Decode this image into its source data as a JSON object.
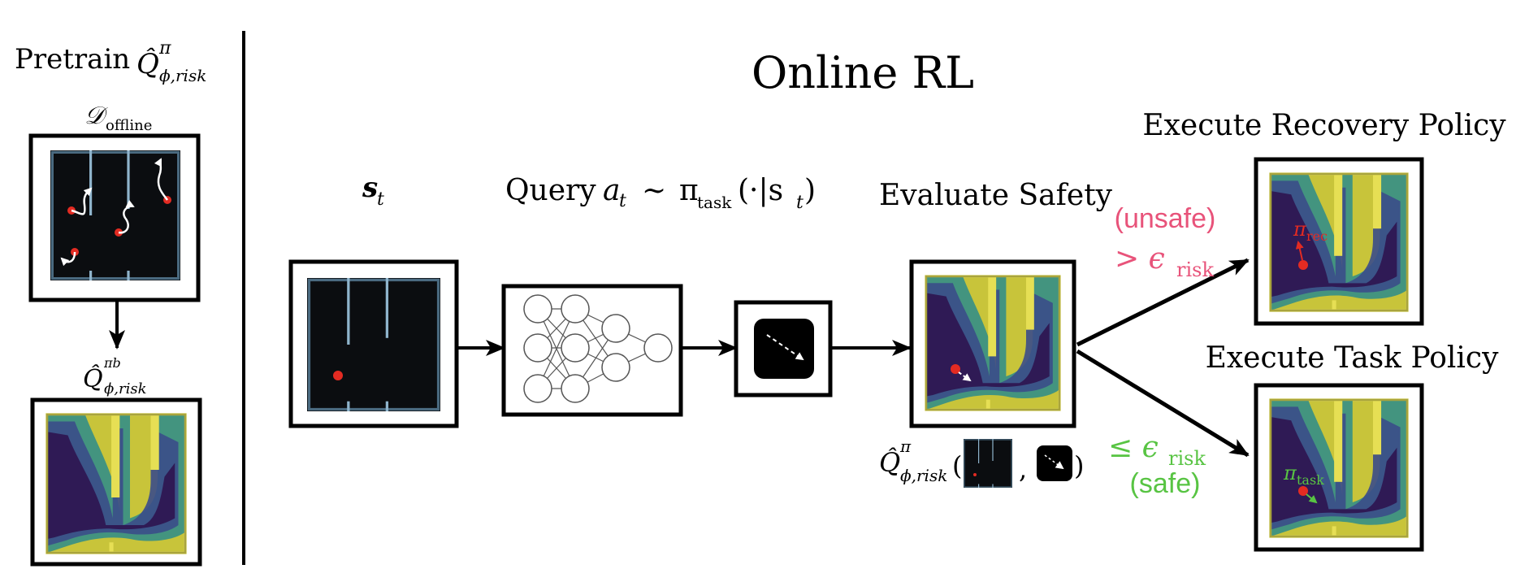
{
  "pretrain": {
    "title_prefix": "Pretrain",
    "q_symbol": "Q̂",
    "q_sup": "π",
    "q_sub": "ϕ,risk",
    "dataset_symbol": "𝒟",
    "dataset_sub": "offline",
    "qb_symbol": "Q̂",
    "qb_sup": "πb",
    "qb_sub": "ϕ,risk"
  },
  "online": {
    "title": "Online RL",
    "state_label": "s",
    "state_sub": "t",
    "query_prefix": "Query",
    "query_action": "a",
    "query_action_sub": "t",
    "query_tilde": "∼",
    "query_pi": "π",
    "query_pi_sub": "task",
    "query_args": "(·|s",
    "query_args_sub": "t",
    "query_args_close": ")",
    "evaluate_title": "Evaluate Safety",
    "eval_q_symbol": "Q̂",
    "eval_q_sup": "π",
    "eval_q_sub": "ϕ,risk",
    "eval_open": "(",
    "eval_comma": ",",
    "eval_close": ")"
  },
  "branches": {
    "unsafe_word": "(unsafe)",
    "unsafe_cond": "> ϵ",
    "unsafe_cond_sub": "risk",
    "safe_cond": "≤ ϵ",
    "safe_cond_sub": "risk",
    "safe_word": "(safe)",
    "recovery_title": "Execute Recovery Policy",
    "recovery_pi": "π",
    "recovery_pi_sub": "rec",
    "task_title": "Execute Task Policy",
    "task_pi": "π",
    "task_pi_sub": "task"
  },
  "colors": {
    "unsafe": "#e8537a",
    "safe": "#58c443",
    "dot": "#e32b22",
    "maze_bg": "#0b0d10",
    "maze_wall": "#8fb4cc",
    "heat_high": "#d8d233",
    "heat_low": "#30124f"
  }
}
